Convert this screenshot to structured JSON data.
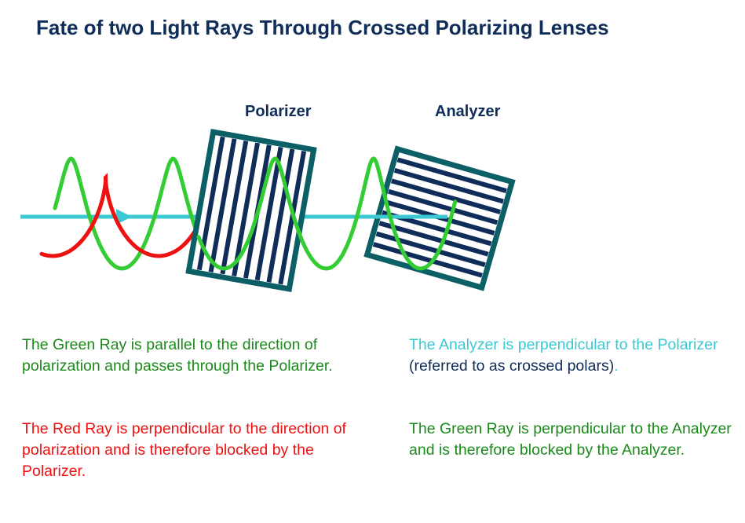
{
  "title": "Fate of two Light Rays Through Crossed Polarizing Lenses",
  "labels": {
    "polarizer": "Polarizer",
    "analyzer": "Analyzer"
  },
  "text": {
    "green_polarizer": "The Green Ray is parallel to the direction of polarization and passes through the Polarizer.",
    "red_polarizer": "The Red Ray is perpendicular to the direction of polarization and is therefore blocked by the Polarizer.",
    "analyzer_a": "The Analyzer is perpendicular to the Polarizer",
    "analyzer_b": " (referred to as crossed polars)",
    "analyzer_c": ".",
    "green_analyzer": "The Green Ray is perpendicular to the Analyzer and is therefore blocked by the Analyzer."
  },
  "colors": {
    "title": "#0f2d58",
    "green_ray": "#33cc33",
    "red_ray": "#ee1111",
    "beam": "#3cc8d2",
    "filter_frame": "#0d5f66",
    "filter_lines": "#0f2d58"
  }
}
